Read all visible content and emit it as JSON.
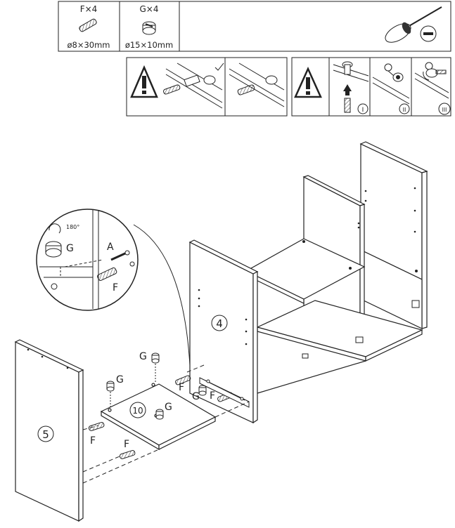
{
  "hardware": {
    "f": {
      "count_label": "F×4",
      "size_label": "ø8×30mm"
    },
    "g": {
      "count_label": "G×4",
      "size_label": "ø15×10mm"
    }
  },
  "tool": {
    "name": "screwdriver-icon",
    "bit": "flathead"
  },
  "steps": {
    "step1": "I",
    "step2": "II",
    "step3": "III"
  },
  "detail": {
    "rotation": "180°",
    "cam_label": "G",
    "pin_label": "A",
    "dowel_label": "F"
  },
  "parts": {
    "side_panel_right": "4",
    "side_panel_left": "5",
    "shelf": "10"
  },
  "labels": {
    "g": "G",
    "f": "F"
  }
}
